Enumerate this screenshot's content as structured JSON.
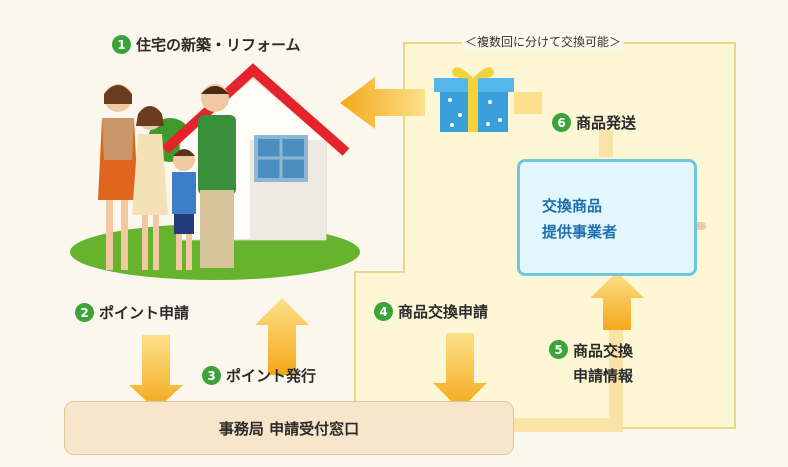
{
  "steps": {
    "s1": {
      "num": "1",
      "text": "住宅の新築・リフォーム"
    },
    "s2": {
      "num": "2",
      "text": "ポイント申請"
    },
    "s3": {
      "num": "3",
      "text": "ポイント発行"
    },
    "s4": {
      "num": "4",
      "text": "商品交換申請"
    },
    "s5": {
      "num": "5",
      "line1": "商品交換",
      "line2": "申請情報"
    },
    "s6": {
      "num": "6",
      "text": "商品発送"
    }
  },
  "note": "＜複数回に分けて交換可能＞",
  "office": "事務局 申請受付窓口",
  "vendor": {
    "line1": "交換商品",
    "line2": "提供事業者"
  },
  "colors": {
    "badge": "#3aa33a",
    "arrow": "#f6b41b",
    "roof": "#e4232b",
    "vendor_border": "#6ec8dd",
    "vendor_text": "#1e6fb0"
  },
  "icons": [
    "gift-icon",
    "house-icon",
    "family-illustration",
    "operator-illustration"
  ]
}
